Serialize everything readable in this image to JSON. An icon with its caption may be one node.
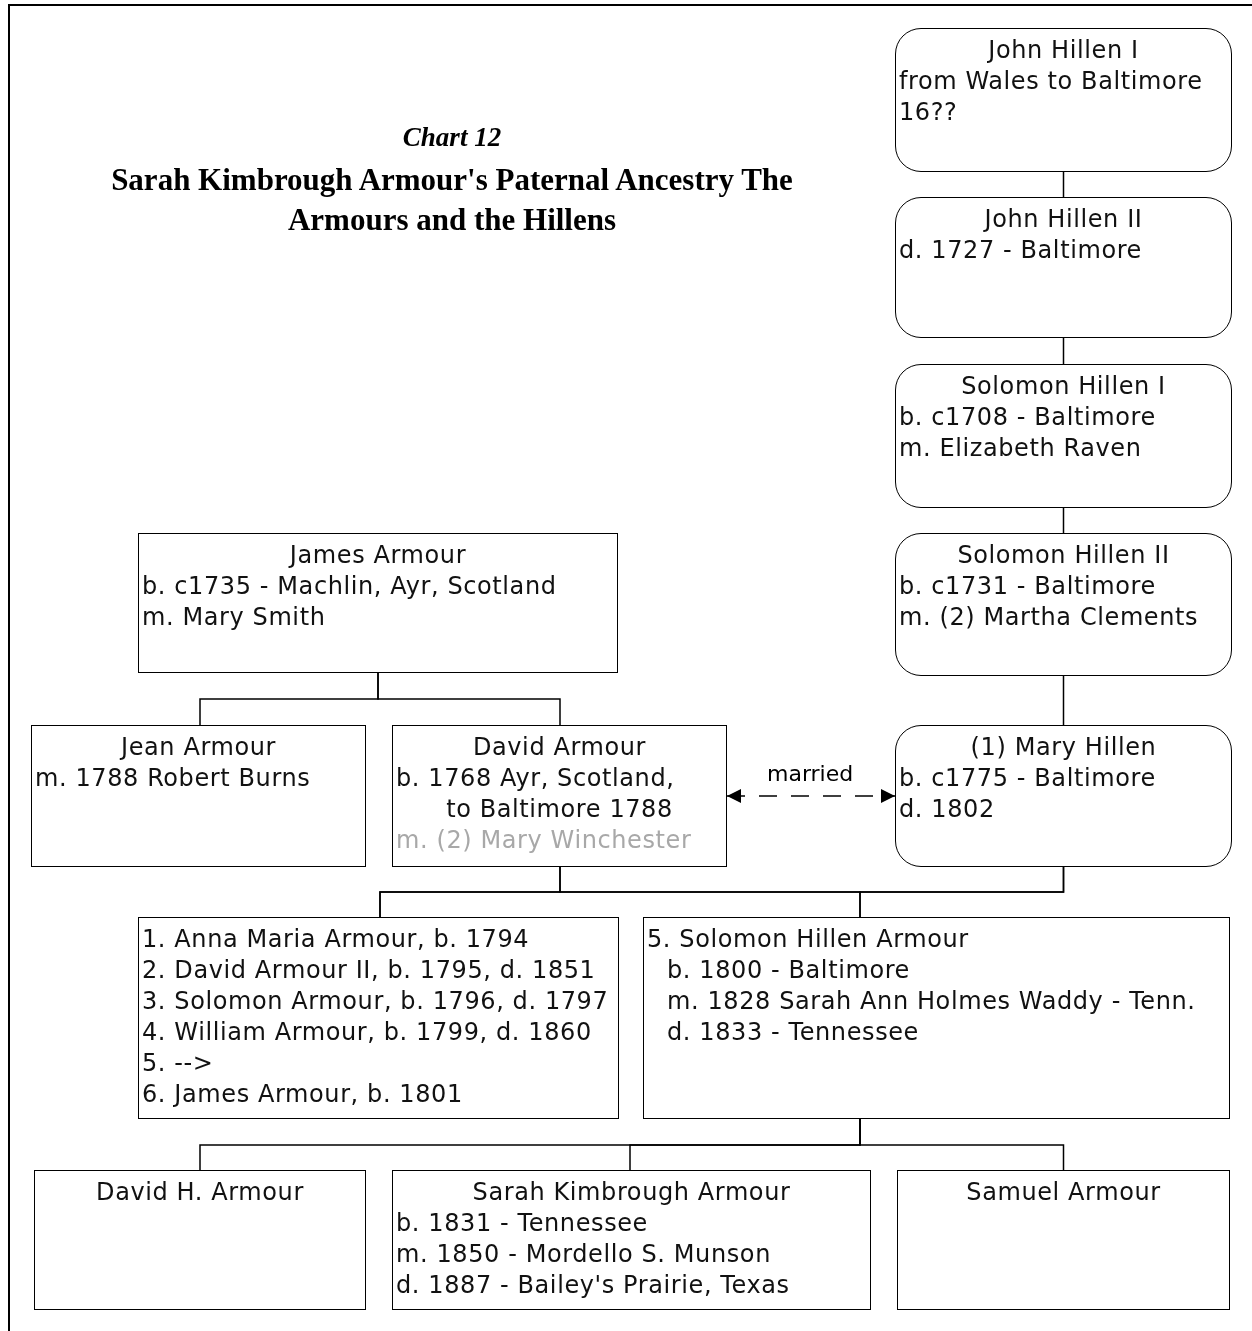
{
  "diagram": {
    "title": "Sarah Kimbrough Armour's Paternal Ancestry The Armours and the Hillens",
    "nodes": [
      {
        "text": [
          "John Hillen I",
          "from Wales to Baltimore",
          "16??"
        ]
      },
      {
        "text": [
          "John Hillen II",
          "d. 1727 - Baltimore"
        ]
      },
      {
        "text": [
          "Solomon Hillen I",
          "b. c1708 - Baltimore",
          "m. Elizabeth Raven"
        ]
      },
      {
        "text": [
          "Solomon Hillen II",
          "b. c1731 - Baltimore",
          "m. (2) Martha Clements"
        ]
      },
      {
        "text": [
          "James Armour",
          "b. c1735 - Machlin, Ayr, Scotland",
          "m. Mary Smith"
        ]
      },
      {
        "text": [
          "Jean Armour",
          "m. 1788 Robert Burns"
        ]
      },
      {
        "text": [
          "David Armour",
          "b. 1768 Ayr, Scotland,",
          "to Baltimore 1788",
          "m. (2) Mary Winchester"
        ]
      },
      {
        "text": [
          "(1) Mary Hillen",
          "b. c1775 - Baltimore",
          "d. 1802"
        ]
      },
      {
        "text": [
          "1. Anna Maria Armour, b. 1794",
          "2. David Armour II, b. 1795, d. 1851",
          "3. Solomon Armour, b. 1796, d. 1797",
          "4. William Armour, b. 1799, d. 1860",
          "5. -->",
          "6. James Armour, b. 1801"
        ]
      },
      {
        "text": [
          "5. Solomon Hillen Armour",
          "b. 1800 - Baltimore",
          "m. 1828 Sarah Ann Holmes Waddy - Tenn.",
          "d. 1833 - Tennessee"
        ]
      },
      {
        "text": [
          "David H. Armour"
        ]
      },
      {
        "text": [
          "Sarah Kimbrough Armour",
          "b. 1831 - Tennessee",
          "m. 1850 - Mordello S. Munson",
          "d. 1887 - Bailey's Prairie, Texas"
        ]
      },
      {
        "text": [
          "Samuel Armour"
        ]
      }
    ],
    "edges": [
      {
        "from": 0,
        "to": 1,
        "arrow": "none"
      },
      {
        "from": 1,
        "to": 2,
        "arrow": "none"
      },
      {
        "from": 2,
        "to": 3,
        "arrow": "none"
      },
      {
        "from": 3,
        "to": 7,
        "arrow": "none"
      },
      {
        "from": 4,
        "to": 5,
        "arrow": "none"
      },
      {
        "from": 4,
        "to": 6,
        "arrow": "none"
      },
      {
        "from": 6,
        "to": 7,
        "arrow": "both",
        "label": "married",
        "style": "dashed"
      },
      {
        "from": 6,
        "to": 8,
        "arrow": "none"
      },
      {
        "from": 6,
        "to": 9,
        "arrow": "none"
      },
      {
        "from": 7,
        "to": 8,
        "arrow": "none"
      },
      {
        "from": 7,
        "to": 9,
        "arrow": "none"
      },
      {
        "from": 9,
        "to": 10,
        "arrow": "none"
      },
      {
        "from": 9,
        "to": 11,
        "arrow": "none"
      },
      {
        "from": 9,
        "to": 12,
        "arrow": "none"
      }
    ],
    "labels": [
      "Chart 12"
    ]
  }
}
